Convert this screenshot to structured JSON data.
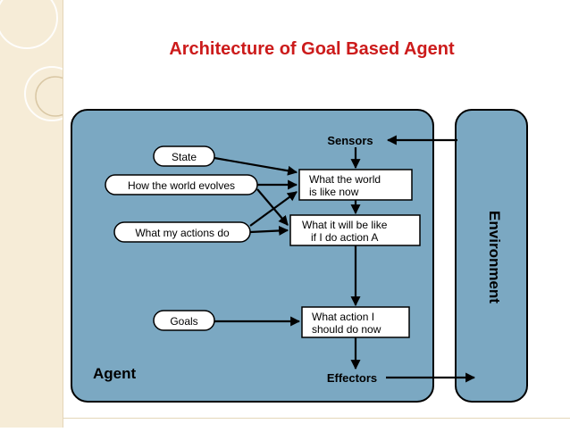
{
  "title": "Architecture of Goal Based Agent",
  "agent_label": "Agent",
  "environment_label": "Environment",
  "sensors_label": "Sensors",
  "effectors_label": "Effectors",
  "inputs": {
    "state": "State",
    "world_evolves": "How the world evolves",
    "actions_do": "What my actions do",
    "goals": "Goals"
  },
  "boxes": {
    "world_now_1": "What the world",
    "world_now_2": "is like now",
    "will_be_1": "What it will be like",
    "will_be_2": "if I do action A",
    "action_1": "What action I",
    "action_2": "should do now"
  },
  "colors": {
    "panel": "#7ba8c2",
    "title": "#cc1b1b"
  }
}
